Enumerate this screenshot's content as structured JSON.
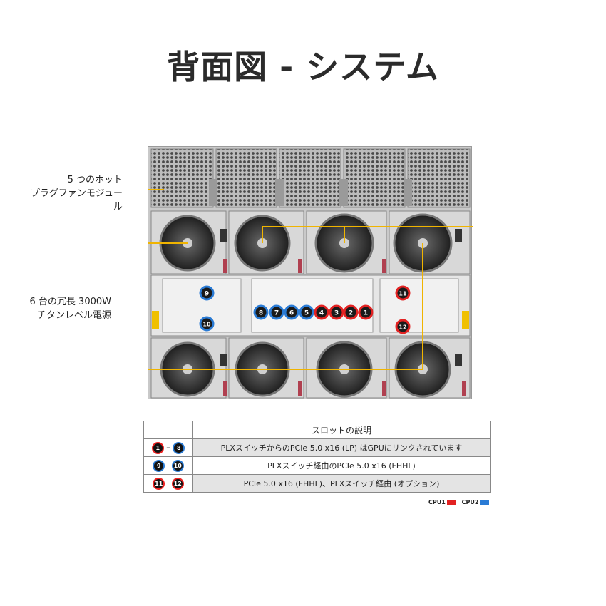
{
  "title": "背面図 - システム",
  "labels": {
    "fans": [
      "5 つのホット",
      "プラグファンモジュール"
    ],
    "psu": [
      "6 台の冗長 3000W",
      "チタンレベル電源"
    ]
  },
  "slots_center": [
    "8",
    "7",
    "6",
    "5",
    "4",
    "3",
    "2",
    "1"
  ],
  "slots_left": [
    "9",
    "10"
  ],
  "slots_right": [
    "11",
    "12"
  ],
  "table": {
    "header": "スロットの説明",
    "rows": [
      {
        "icons": [
          "1",
          "8"
        ],
        "sep": "–",
        "text": "PLXスイッチからのPCIe 5.0 x16 (LP) はGPUにリンクされています"
      },
      {
        "icons": [
          "9",
          "10"
        ],
        "sep": "",
        "text": "PLXスイッチ経由のPCIe 5.0 x16 (FHHL)"
      },
      {
        "icons": [
          "11",
          "12"
        ],
        "sep": "",
        "text": "PCIe 5.0 x16 (FHHL)、PLXスイッチ経由 (オプション)"
      }
    ]
  },
  "legend": {
    "cpu1": "CPU1",
    "cpu2": "CPU2",
    "cpu1_color": "#e22222",
    "cpu2_color": "#2a7bd5"
  },
  "colors": {
    "callout": "#f0b400",
    "badge_red": "#e22222",
    "badge_blue": "#2a7bd5"
  }
}
